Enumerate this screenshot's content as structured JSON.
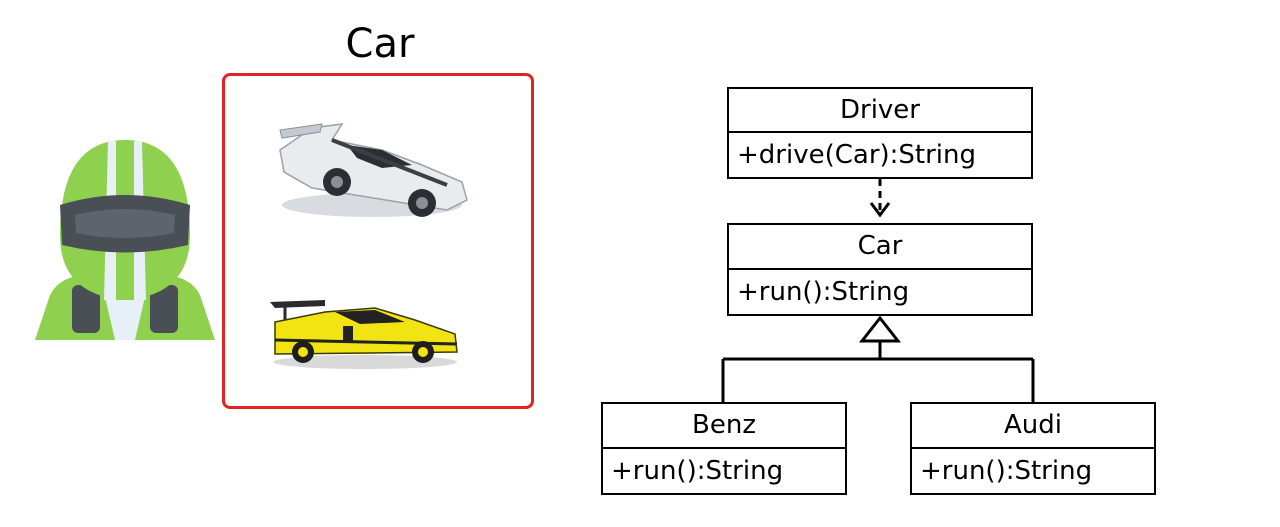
{
  "left_panel": {
    "car_title": "Car"
  },
  "uml": {
    "driver": {
      "name": "Driver",
      "method": "+drive(Car):String"
    },
    "car": {
      "name": "Car",
      "method": "+run():String"
    },
    "benz": {
      "name": "Benz",
      "method": "+run():String"
    },
    "audi": {
      "name": "Audi",
      "method": "+run():String"
    }
  },
  "colors": {
    "box_border": "#e02424",
    "helmet_green": "#8fd14f",
    "helmet_dark": "#4a4f55",
    "car_white": "#e9ecef",
    "car_yellow": "#f2e312"
  },
  "icons": [
    "driver-helmet-icon",
    "white-sports-car-image",
    "yellow-race-car-image"
  ]
}
